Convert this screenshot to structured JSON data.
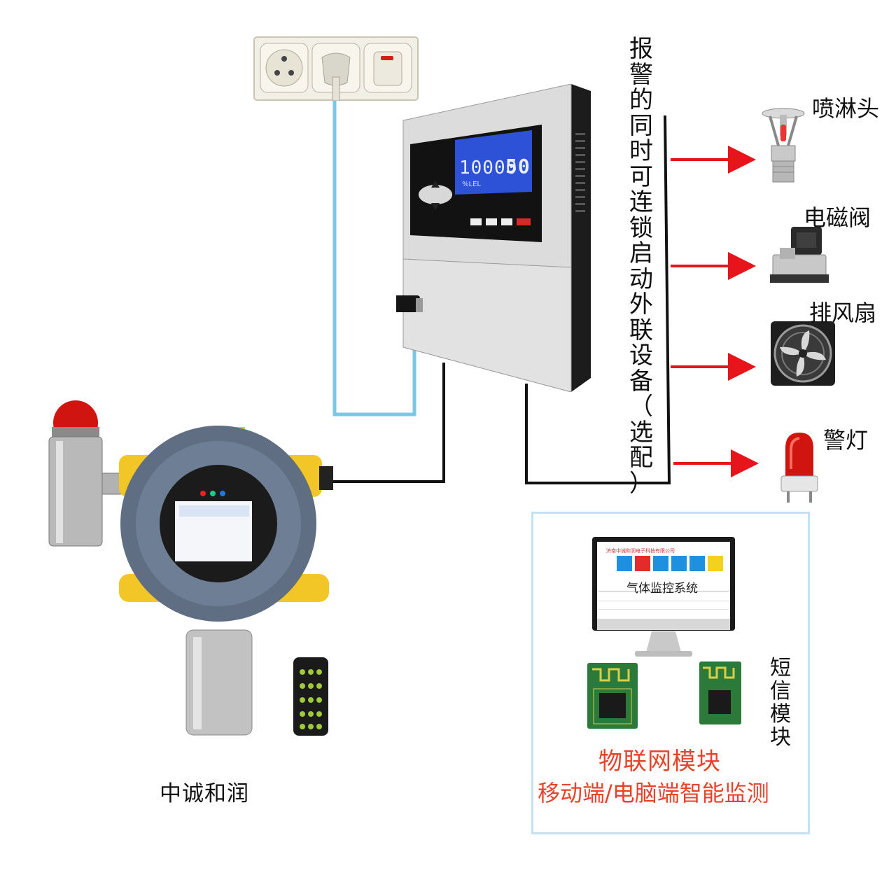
{
  "vertical_caption": "报警的同时可连锁启动外联设备（选配）",
  "devices": {
    "sprinkler": "喷淋头",
    "solenoid_valve": "电磁阀",
    "exhaust_fan": "排风扇",
    "warning_light": "警灯"
  },
  "controller_display": {
    "reading": "10000",
    "reading_small": "50",
    "unit": "%LEL"
  },
  "monitor": {
    "company": "济南中诚和润电子科技有限公司",
    "system_title": "气体监控系统"
  },
  "sms_label": "短信模块",
  "iot_title": "物联网模块",
  "iot_subtitle": "移动端/电脑端智能监测",
  "brand": "中诚和润",
  "colors": {
    "signal_wire": "#111111",
    "power_wire": "#7cc6e6",
    "arrow": "#e8141b",
    "iot_text": "#e8422a",
    "box_border": "#bfe3f0",
    "lcd": "#2d52d8"
  }
}
